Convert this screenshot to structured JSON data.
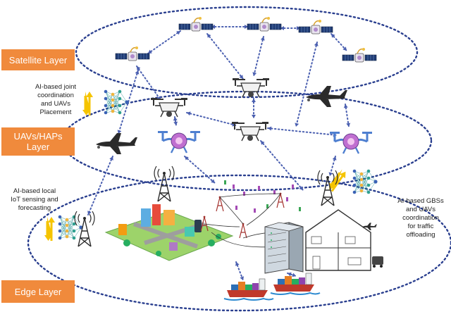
{
  "layers": {
    "satellite": "Satellite Layer",
    "uav": "UAVs/HAPs\nLayer",
    "edge": "Edge Layer"
  },
  "captions": {
    "joint_coordination": "AI-based joint\ncoordination\nand UAVs\nPlacement",
    "iot_sensing": "AI-based local\nIoT sensing and\nforecasting",
    "gbs_coordination": "AI-based GBSs\nand UAVs\ncoordination\nfor traffic\noffloading"
  },
  "colors": {
    "label_bg": "#f08a3c",
    "ellipse": "#2a3f8f",
    "link": "#4a5fb0",
    "neural_link": "#1f8f8f",
    "arrow_yellow": "#f5c400",
    "drone_pink": "#c06fd0",
    "drone_blue": "#4e7fd0"
  },
  "icons": [
    "satellite-icon",
    "drone-icon",
    "military-uav-icon",
    "neural-network-icon",
    "cell-tower-icon",
    "smart-city-icon",
    "server-rack-icon",
    "smart-home-icon",
    "cargo-ship-icon",
    "sensor-icon",
    "double-arrow-icon"
  ]
}
